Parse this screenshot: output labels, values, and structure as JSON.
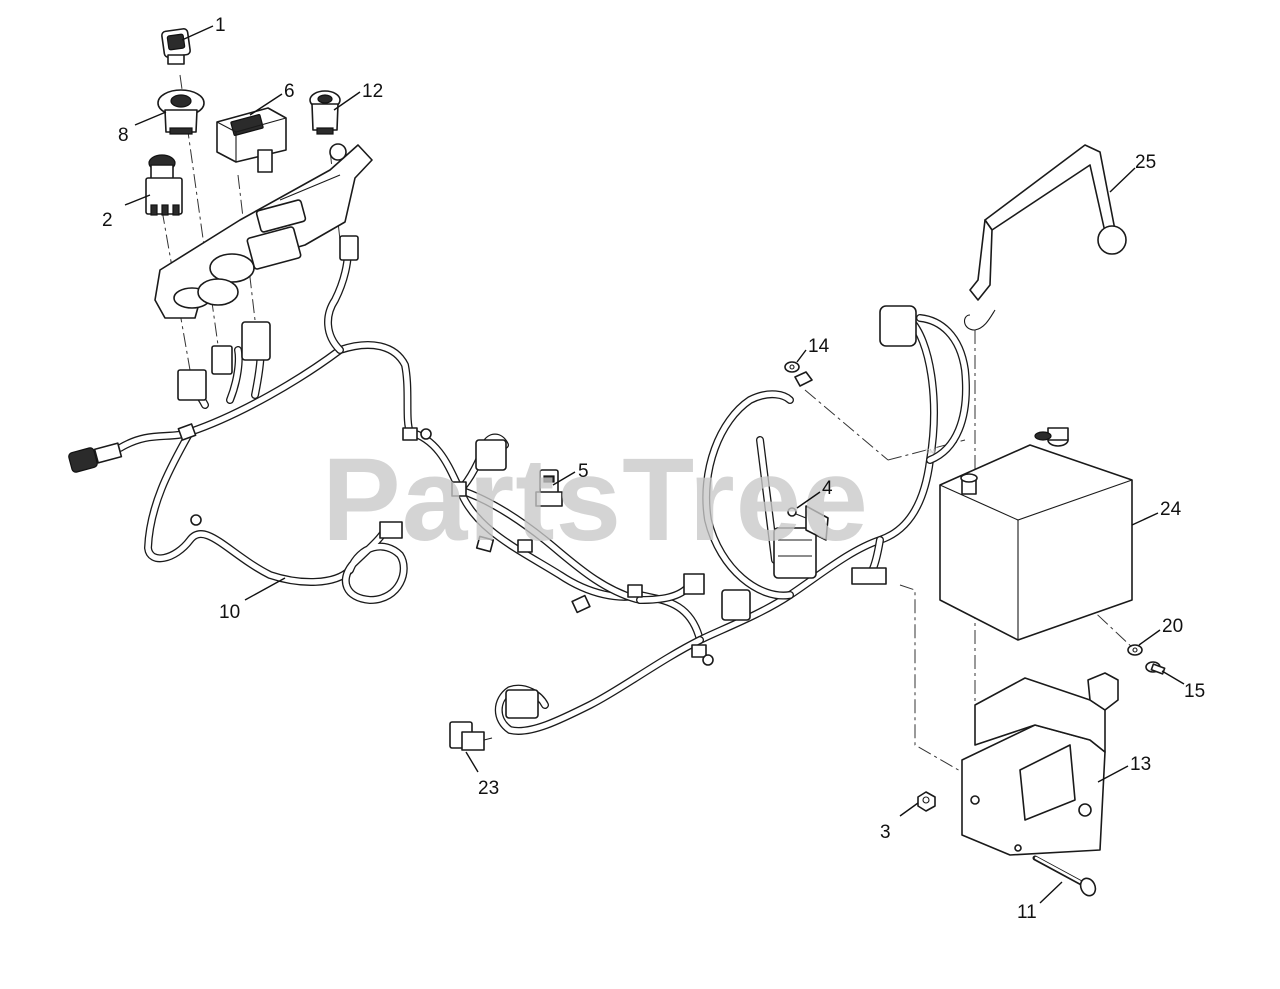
{
  "watermark": {
    "text": "PartsTree",
    "trademark": "™",
    "color": "#c9c9c9"
  },
  "callouts": {
    "c1": "1",
    "c2": "2",
    "c3": "3",
    "c4": "4",
    "c5": "5",
    "c6": "6",
    "c8": "8",
    "c10": "10",
    "c11": "11",
    "c12": "12",
    "c13": "13",
    "c14": "14",
    "c15": "15",
    "c20": "20",
    "c23": "23",
    "c24": "24",
    "c25": "25"
  }
}
